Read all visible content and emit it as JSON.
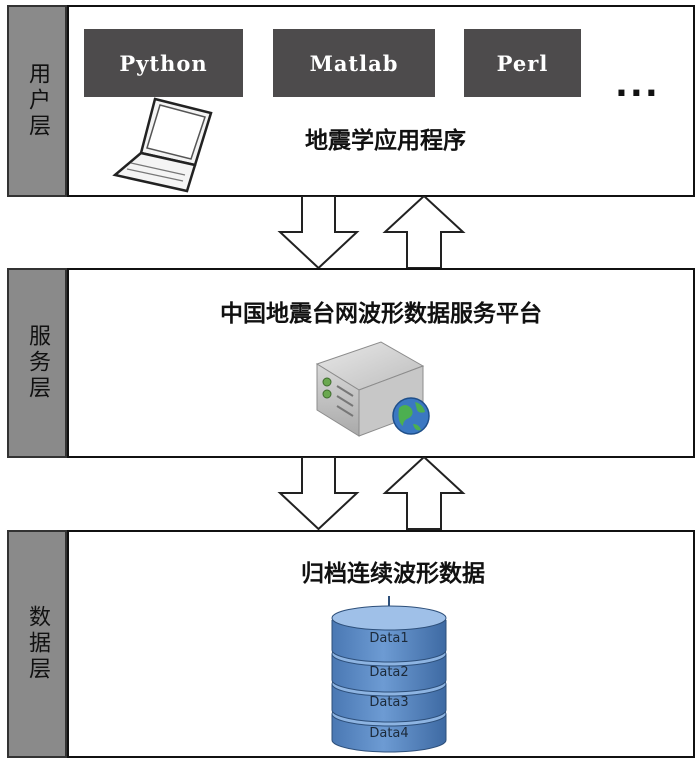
{
  "user_layer": {
    "side_label": "用户层",
    "title": "地震学应用程序",
    "languages": [
      {
        "label": "Python"
      },
      {
        "label": "Matlab"
      },
      {
        "label": "Perl"
      }
    ],
    "ellipsis": "...",
    "icon": "laptop-icon"
  },
  "service_layer": {
    "side_label": "服务层",
    "title": "中国地震台网波形数据服务平台",
    "icon": "server-globe-icon"
  },
  "data_layer": {
    "side_label": "数据层",
    "title": "归档连续波形数据",
    "icon": "database-icon",
    "db_segments": [
      "Data1",
      "Data2",
      "Data3",
      "Data4"
    ]
  },
  "colors": {
    "side_label_bg": "#8a8a8a",
    "language_button_bg": "#4d4b4c",
    "database_fill": "#5b8bc4"
  }
}
